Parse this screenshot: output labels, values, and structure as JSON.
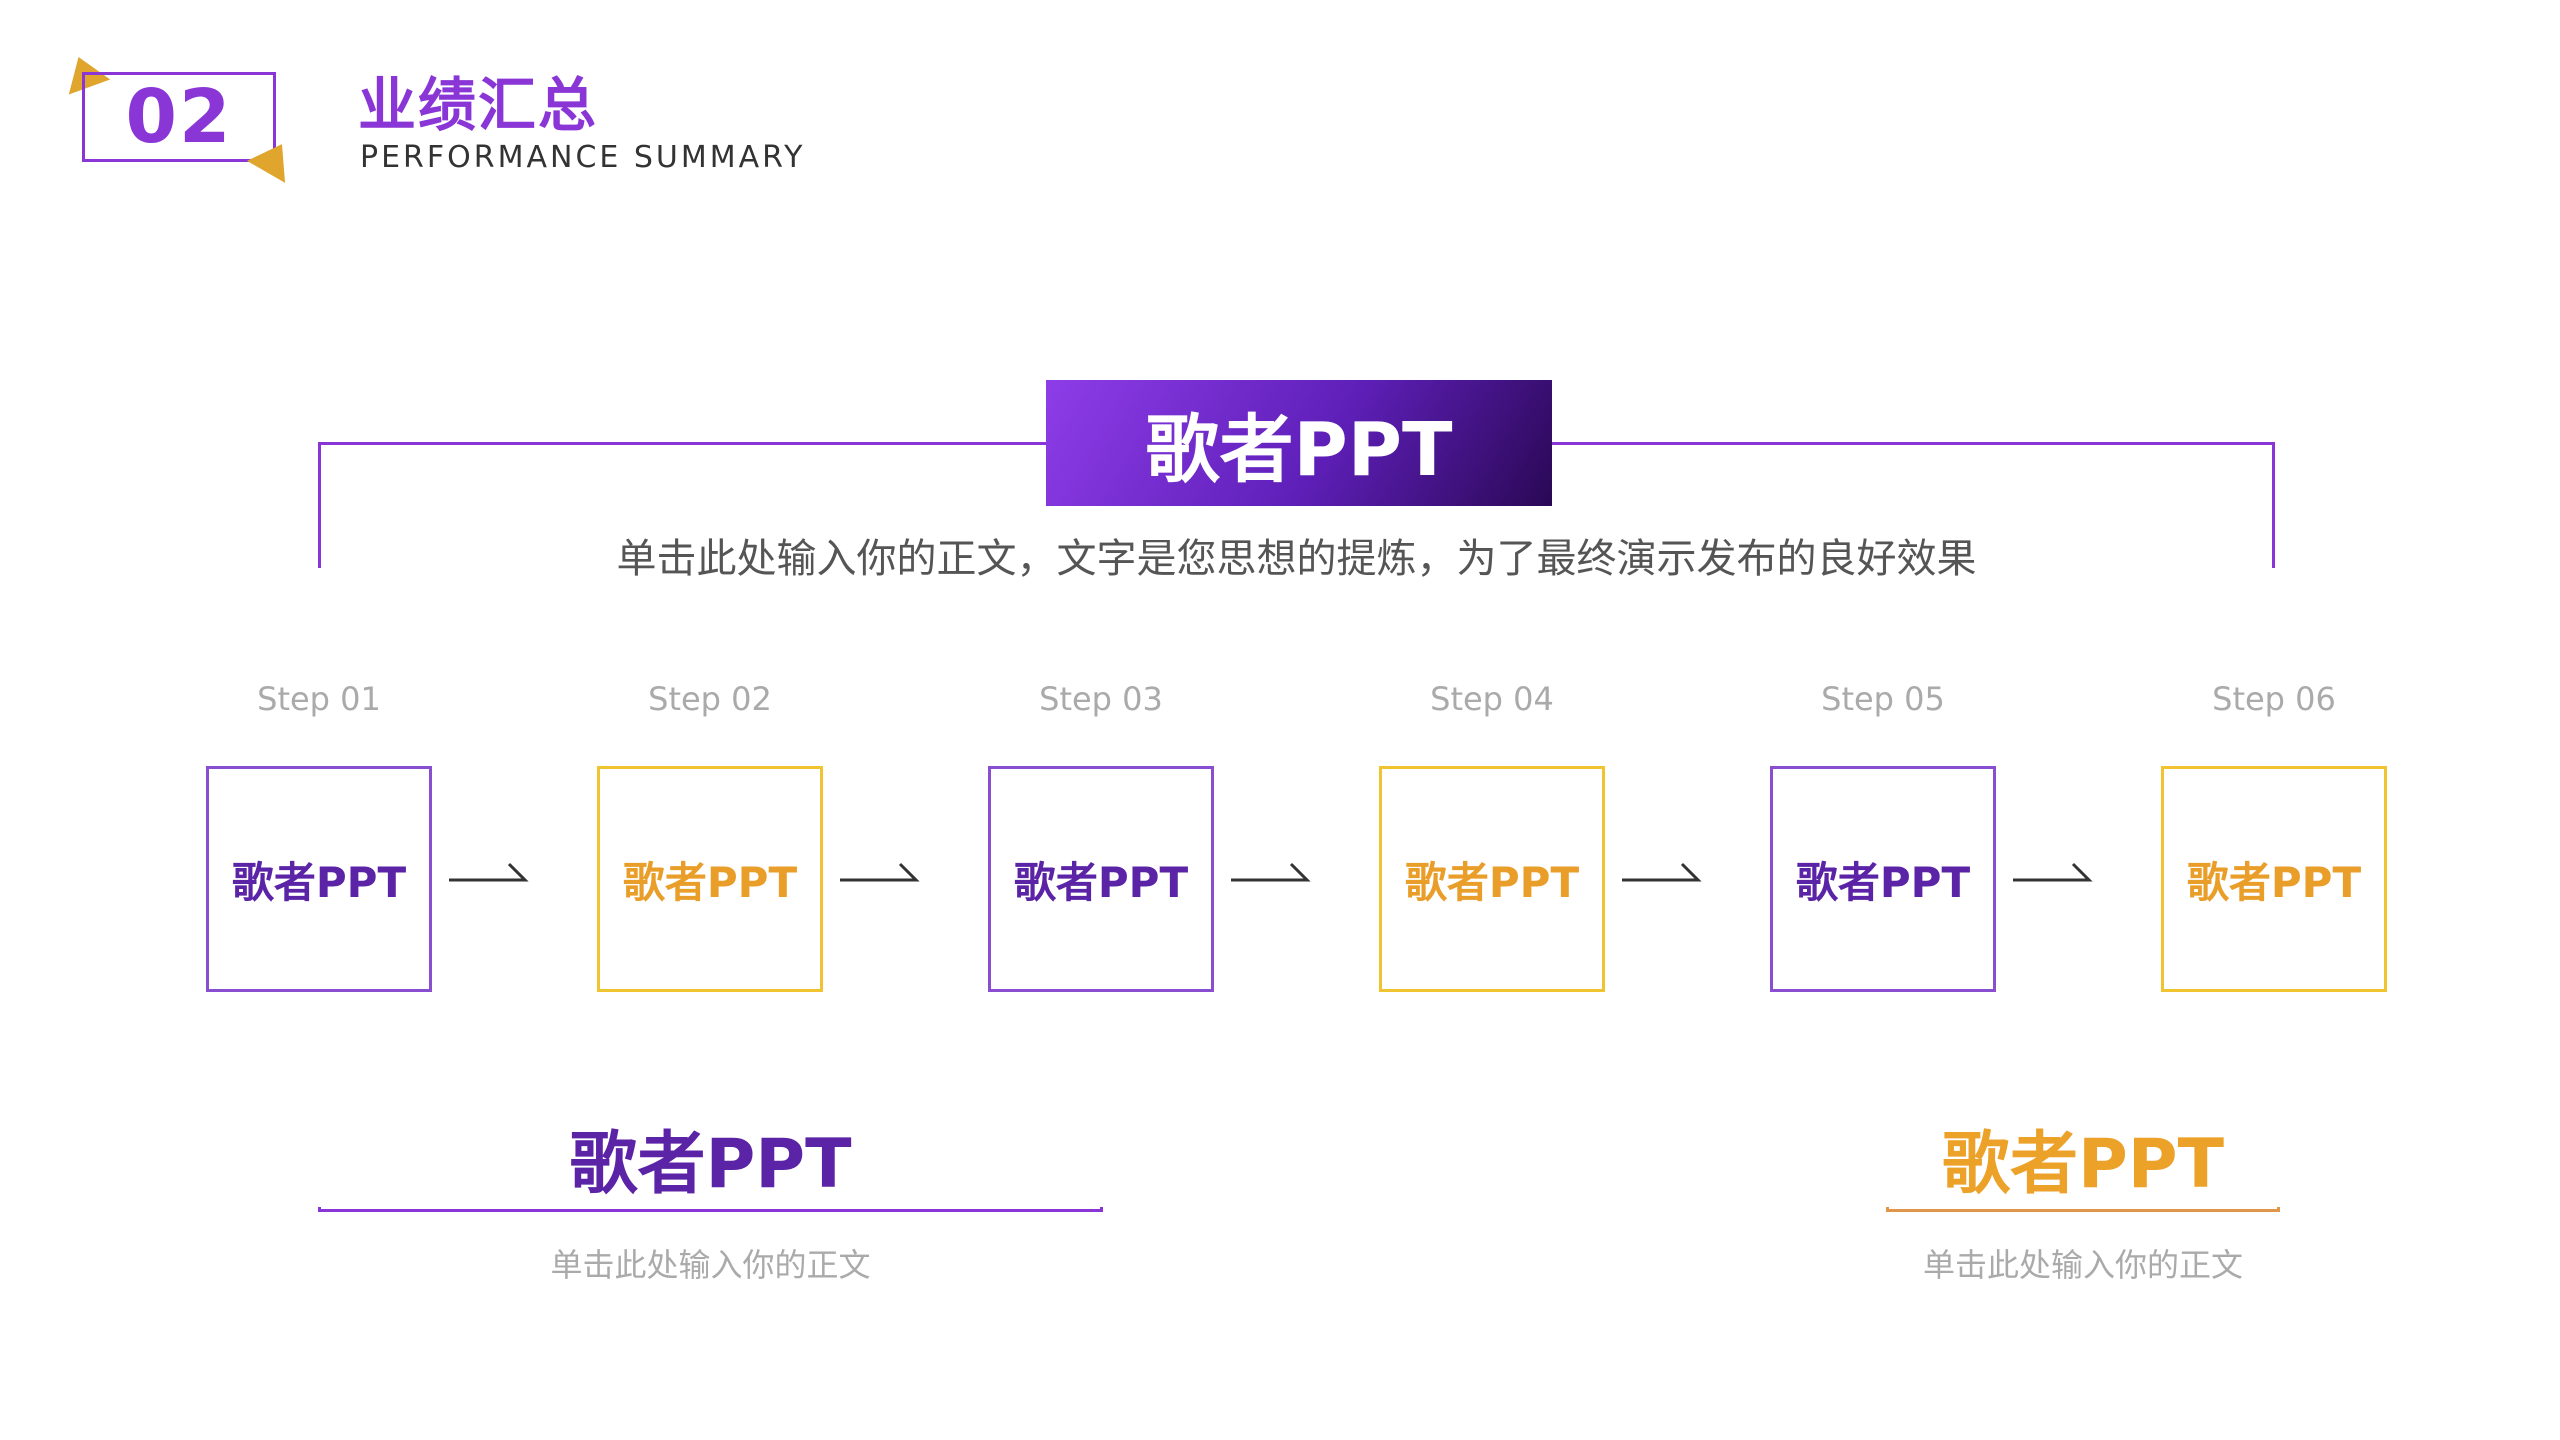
{
  "header": {
    "number": "02",
    "title_cn": "业绩汇总",
    "title_en": "PERFORMANCE  SUMMARY"
  },
  "banner": {
    "title": "歌者PPT",
    "description": "单击此处输入你的正文，文字是您思想的提炼，为了最终演示发布的良好效果"
  },
  "steps": [
    {
      "label": "Step 01",
      "text": "歌者PPT",
      "color": "purple"
    },
    {
      "label": "Step 02",
      "text": "歌者PPT",
      "color": "gold"
    },
    {
      "label": "Step 03",
      "text": "歌者PPT",
      "color": "purple"
    },
    {
      "label": "Step 04",
      "text": "歌者PPT",
      "color": "gold"
    },
    {
      "label": "Step 05",
      "text": "歌者PPT",
      "color": "purple"
    },
    {
      "label": "Step 06",
      "text": "歌者PPT",
      "color": "gold"
    }
  ],
  "bottom": {
    "left": {
      "title": "歌者PPT",
      "description": "单击此处输入你的正文"
    },
    "right": {
      "title": "歌者PPT",
      "description": "单击此处输入你的正文"
    }
  },
  "colors": {
    "purple": "#8a35d6",
    "dark_purple": "#5b23a6",
    "gold": "#f0c431",
    "orange": "#ea9e2a",
    "triangle": "#e0a52d"
  }
}
